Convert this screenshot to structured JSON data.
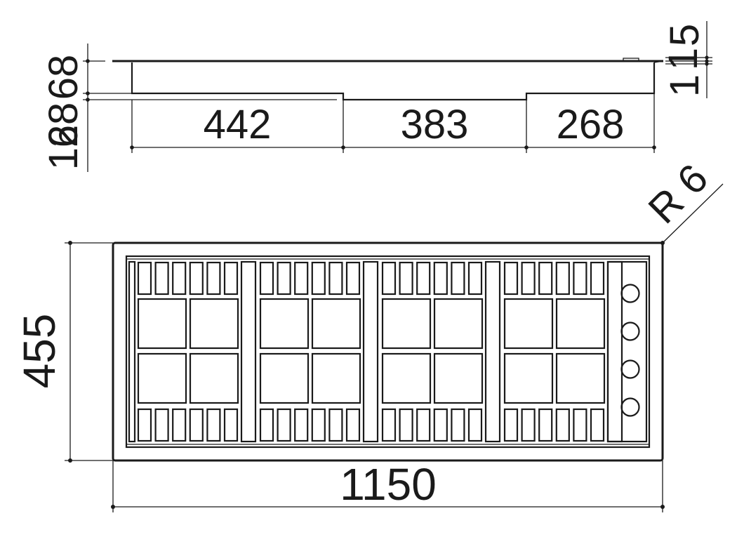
{
  "side_view": {
    "height_labels": [
      "68",
      "68",
      "12"
    ],
    "width_labels": [
      "442",
      "383",
      "268"
    ],
    "right_labels": [
      "5",
      "1",
      "1"
    ]
  },
  "top_view": {
    "width_label": "1150",
    "depth_label": "455",
    "corner_radius_label": "R 6",
    "burners": 4,
    "knobs": 4
  }
}
